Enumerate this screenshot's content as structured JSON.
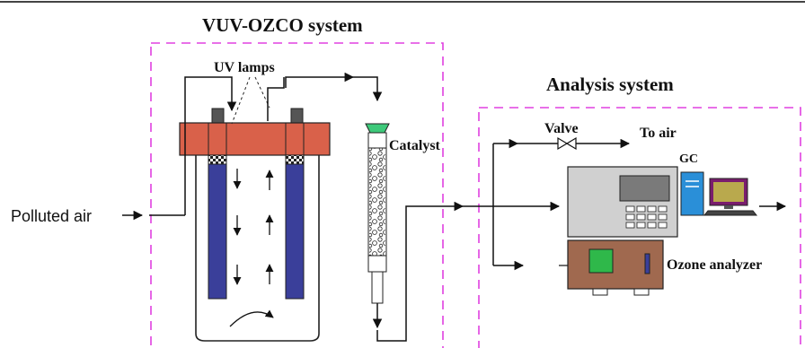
{
  "labels": {
    "vuv_title": "VUV-OZCO system",
    "analysis_title": "Analysis system",
    "uv_lamps": "UV lamps",
    "catalyst": "Catalyst",
    "valve": "Valve",
    "to_air": "To air",
    "gc": "GC",
    "polluted_air": "Polluted air",
    "ozone_analyzer": "Ozone analyzer"
  },
  "colors": {
    "box_border": "#e040e0",
    "manifold": "#d9614a",
    "lamp_tube": "#3a3f9a",
    "analyzer_body": "#a0694f",
    "analyzer_screen": "#2fb84a",
    "monitor_screen": "#b9a94d",
    "tower": "#2a8fd8",
    "catalyst_top": "#3ec97a"
  }
}
